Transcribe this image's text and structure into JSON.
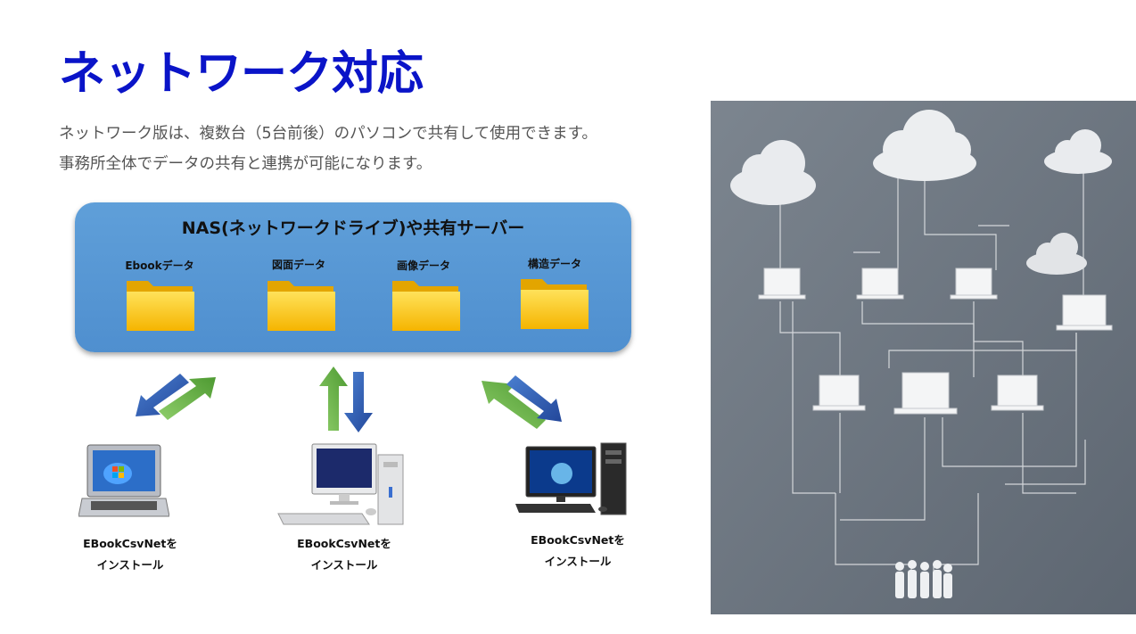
{
  "title": "ネットワーク対応",
  "description": {
    "line1": "ネットワーク版は、複数台（5台前後）のパソコンで共有して使用できます。",
    "line2": "事務所全体でデータの共有と連携が可能になります。"
  },
  "nas": {
    "title": "NAS(ネットワークドライブ)や共有サーバー",
    "folders": [
      {
        "label": "Ebookデータ"
      },
      {
        "label": "図面データ"
      },
      {
        "label": "画像データ"
      },
      {
        "label": "構造データ"
      }
    ]
  },
  "clients": [
    {
      "name": "EBookCsvNetを",
      "action": "インストール"
    },
    {
      "name": "EBookCsvNetを",
      "action": "インストール"
    },
    {
      "name": "EBookCsvNetを",
      "action": "インストール"
    }
  ],
  "colors": {
    "title": "#0a14c8",
    "nas_box": "#5a9ad6",
    "folder": "#ffcc1a",
    "arrow_blue": "#2f5fb0",
    "arrow_green": "#6ab04c",
    "illustration_bg": "#6f7882"
  }
}
